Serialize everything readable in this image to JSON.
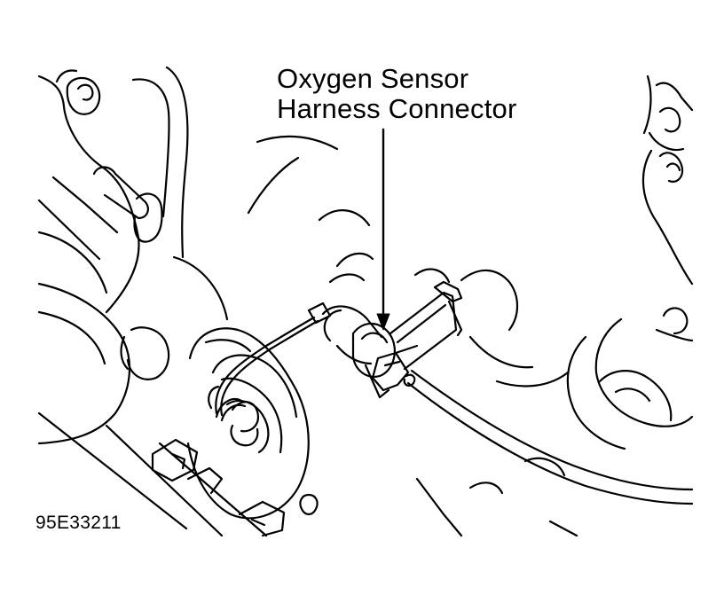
{
  "callout": {
    "line1": "Oxygen Sensor",
    "line2": "Harness Connector"
  },
  "figure_id": "95E33211",
  "colors": {
    "ink": "#000000",
    "paper": "#ffffff"
  }
}
